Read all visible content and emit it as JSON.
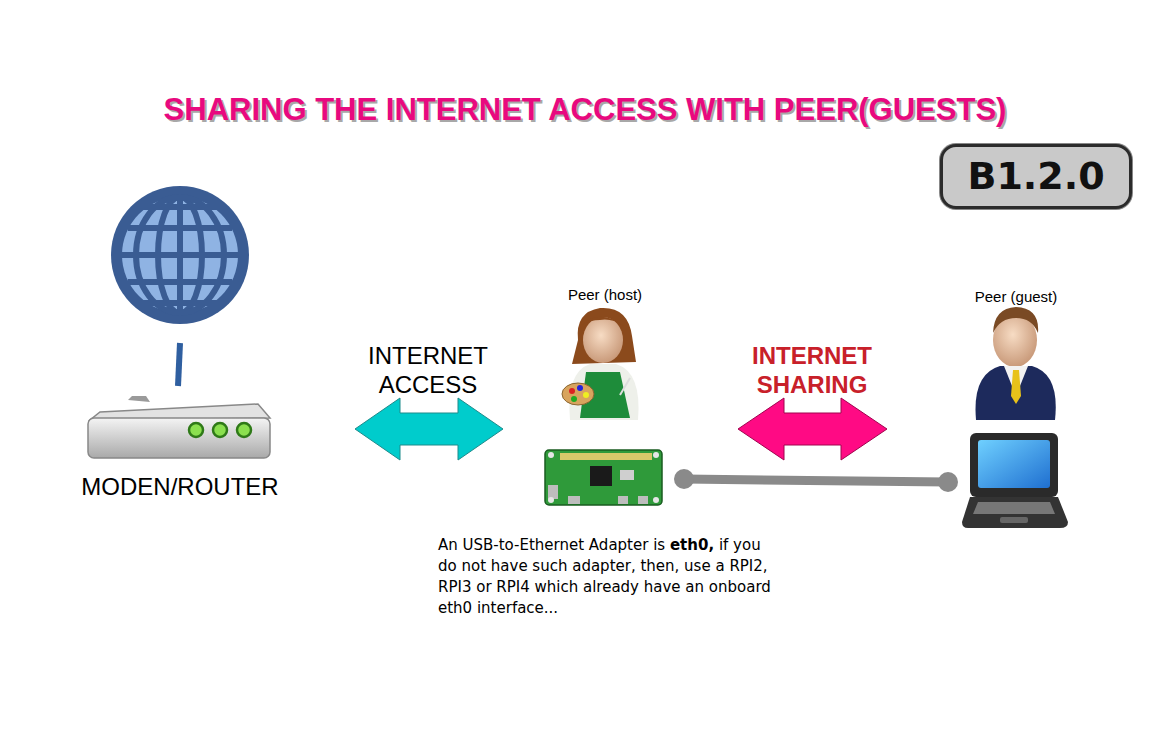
{
  "diagram": {
    "title": "SHARING THE INTERNET ACCESS WITH PEER(GUESTS)",
    "nodes": [
      {
        "text": [
          "B1.2.0"
        ]
      }
    ],
    "labels": [
      "MODEN/ROUTER",
      "INTERNET ACCESS",
      "Peer (host)",
      "INTERNET SHARING",
      "Peer (guest)",
      "An USB-to-Ethernet Adapter is",
      "eth0,",
      "if you do not have such adapter, then, use a RPI2, RPI3 or RPI4 which already have an onboard eth0 interface..."
    ]
  }
}
